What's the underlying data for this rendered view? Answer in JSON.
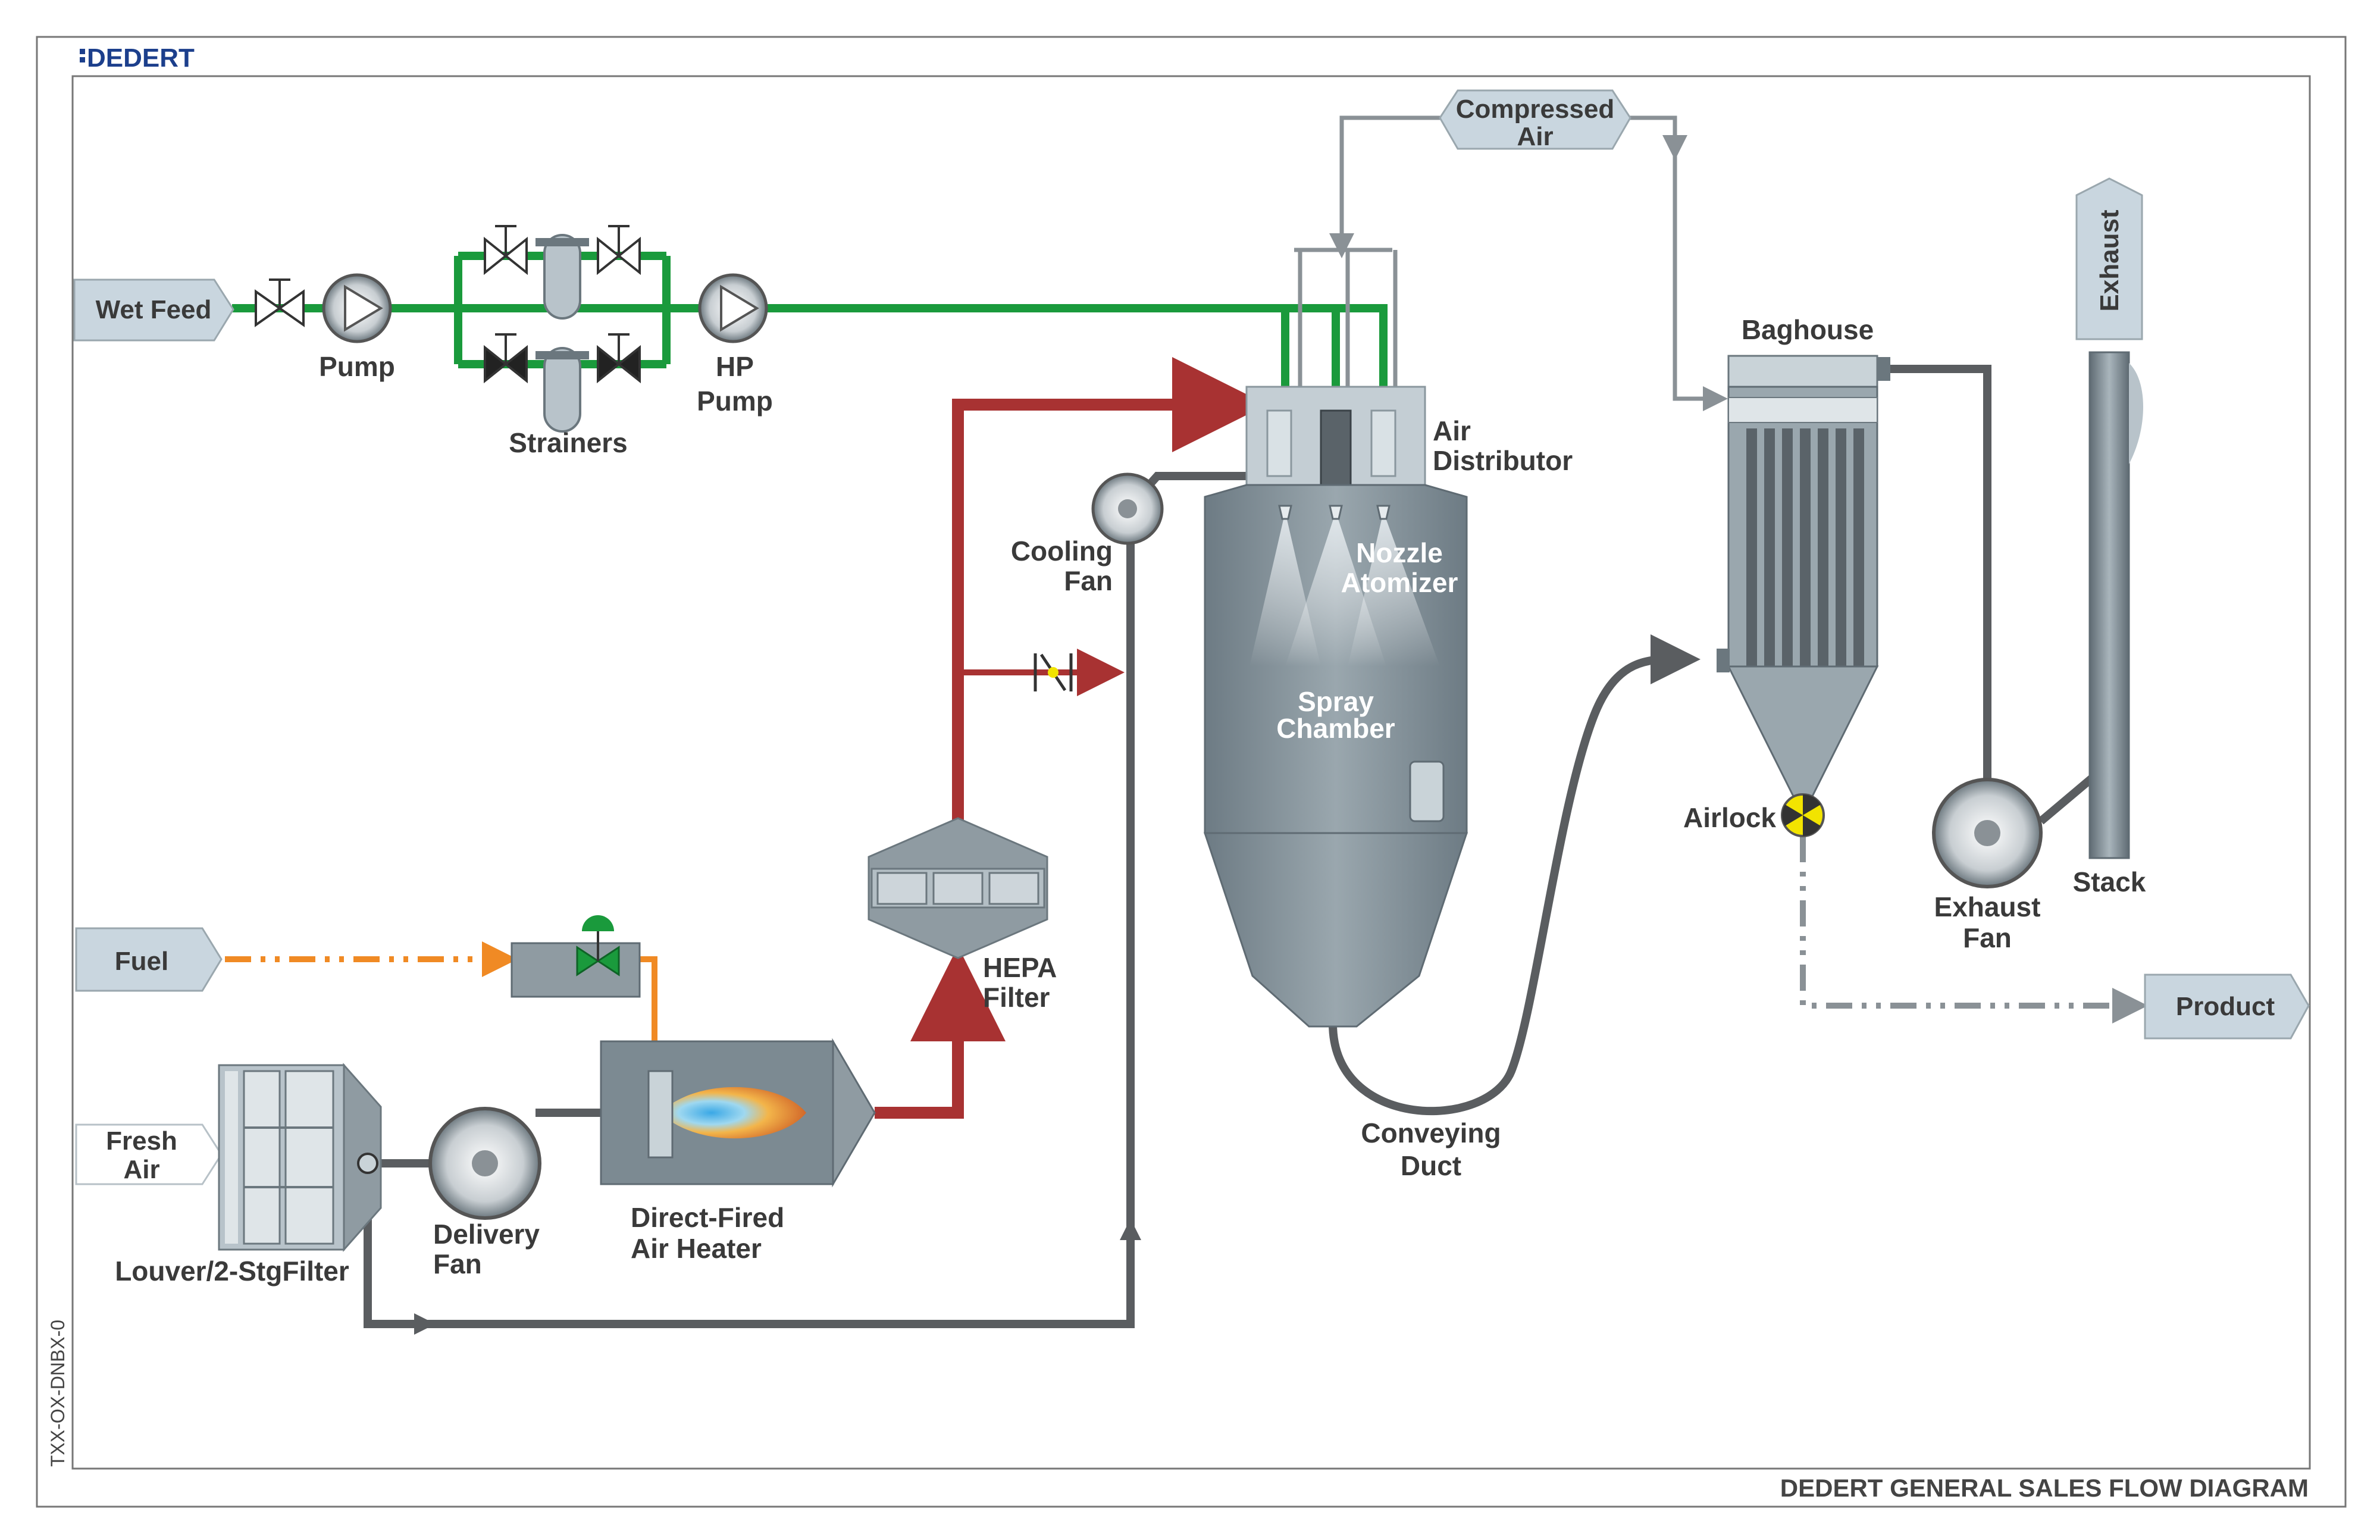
{
  "brand": {
    "logo": "DEDERT"
  },
  "footer": {
    "title": "DEDERT GENERAL SALES FLOW DIAGRAM",
    "code": "TXX-OX-DNBX-0"
  },
  "inputs": {
    "wet_feed": "Wet Feed",
    "compressed_air_1": "Compressed",
    "compressed_air_2": "Air",
    "fuel": "Fuel",
    "fresh_air_1": "Fresh",
    "fresh_air_2": "Air",
    "exhaust": "Exhaust"
  },
  "outputs": {
    "product": "Product"
  },
  "labels": {
    "pump": "Pump",
    "hp_pump_1": "HP",
    "hp_pump_2": "Pump",
    "strainers": "Strainers",
    "air_distributor_1": "Air",
    "air_distributor_2": "Distributor",
    "cooling_fan_1": "Cooling",
    "cooling_fan_2": "Fan",
    "nozzle_atomizer_1": "Nozzle",
    "nozzle_atomizer_2": "Atomizer",
    "spray_chamber_1": "Spray",
    "spray_chamber_2": "Chamber",
    "hepa_filter_1": "HEPA",
    "hepa_filter_2": "Filter",
    "baghouse": "Baghouse",
    "airlock": "Airlock",
    "exhaust_fan_1": "Exhaust",
    "exhaust_fan_2": "Fan",
    "stack": "Stack",
    "conveying_duct_1": "Conveying",
    "conveying_duct_2": "Duct",
    "delivery_fan_1": "Delivery",
    "delivery_fan_2": "Fan",
    "direct_fired_1": "Direct-Fired",
    "direct_fired_2": "Air Heater",
    "louver_filter": "Louver/2-StgFilter"
  },
  "colors": {
    "feed_line": "#1a9a3c",
    "hot_air_line": "#a83232",
    "fuel_line": "#f08a24",
    "gas_line": "#5a5d60",
    "equipment": "#7c8a92",
    "tag_fill": "#c9d6df",
    "airlock_yellow": "#f2e400"
  }
}
